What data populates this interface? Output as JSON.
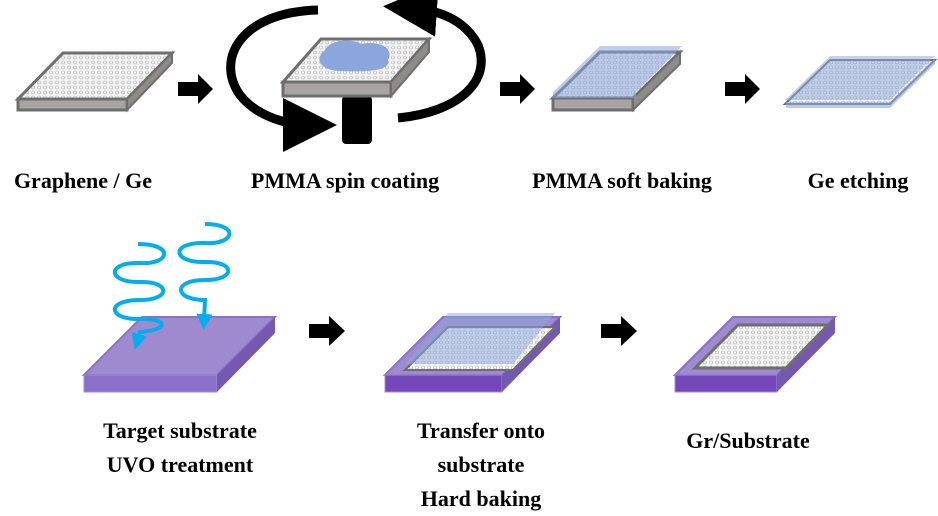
{
  "steps_top": [
    {
      "label": "Graphene / Ge"
    },
    {
      "label": "PMMA spin coating"
    },
    {
      "label": "PMMA soft baking"
    },
    {
      "label": "Ge etching"
    }
  ],
  "steps_bottom": [
    {
      "lines": [
        "Target substrate",
        "UVO treatment"
      ]
    },
    {
      "lines": [
        "Transfer onto",
        "substrate",
        "Hard baking"
      ]
    },
    {
      "lines": [
        "Gr/Substrate"
      ]
    }
  ],
  "colors": {
    "ge": "#a8a4a4",
    "ge_edge": "#6e6e6e",
    "pmma": "#8aa6dc",
    "substrate_top": "#9f8acf",
    "substrate_front": "#7b5fc2",
    "uv": "#00aeef",
    "arrow": "#000000"
  }
}
